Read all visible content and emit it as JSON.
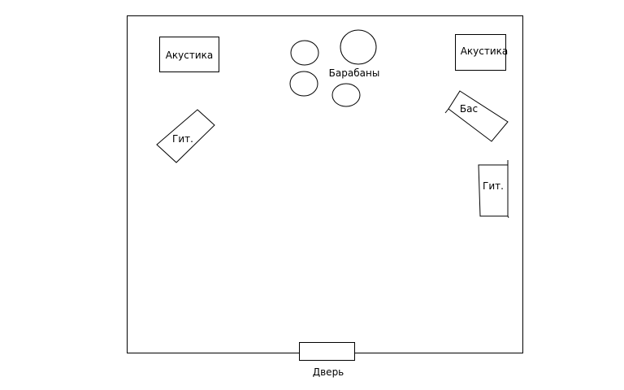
{
  "labels": {
    "speaker_left": "Акустика",
    "speaker_right": "Акустика",
    "drums": "Барабаны",
    "guitar_left": "Гит.",
    "bass": "Бас",
    "guitar_right": "Гит.",
    "door": "Дверь"
  },
  "colors": {
    "ink": "#000000",
    "background": "#ffffff"
  }
}
